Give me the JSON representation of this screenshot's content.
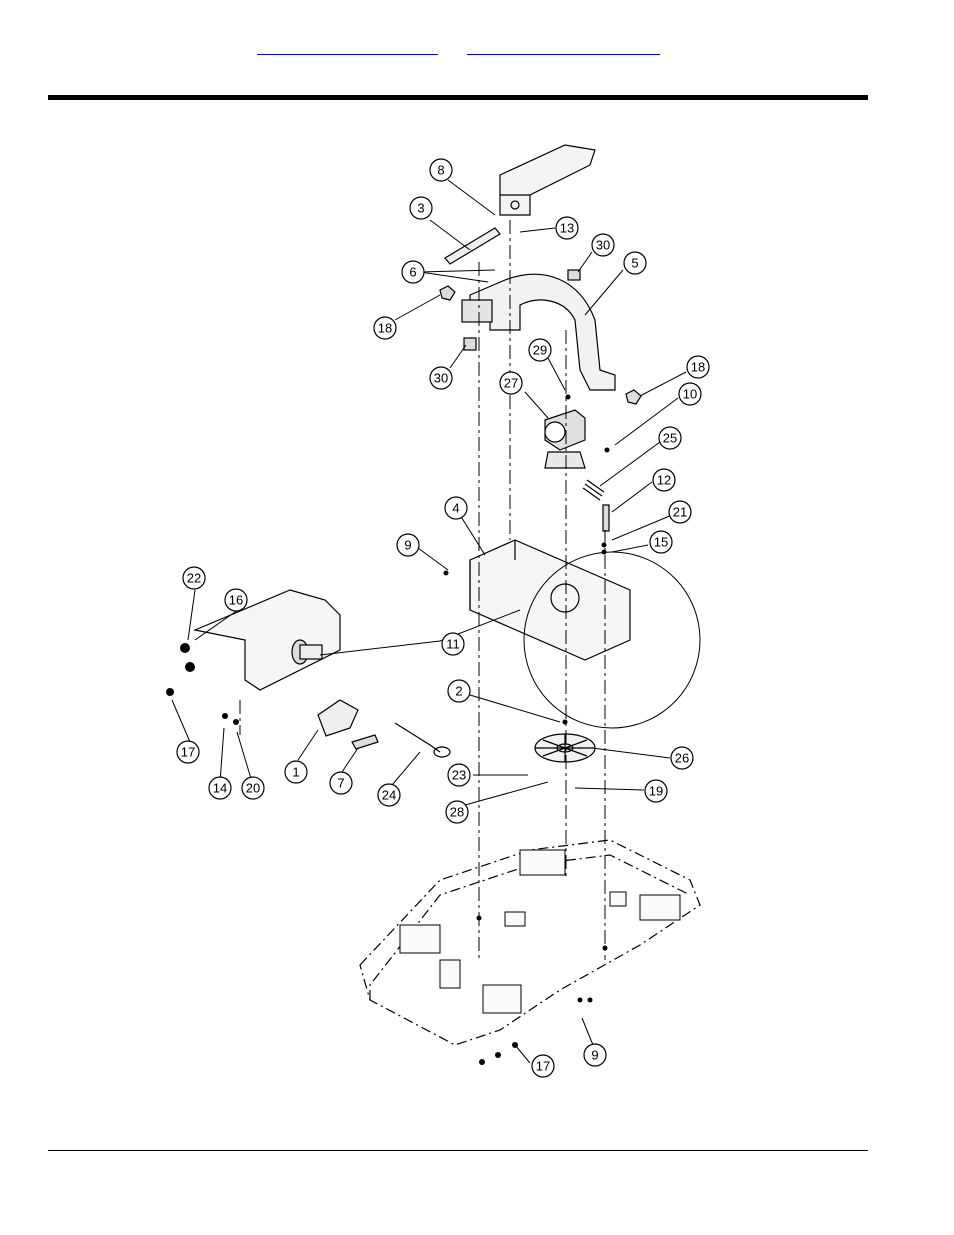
{
  "header": {
    "link_left": "",
    "link_right": ""
  },
  "callouts": [
    {
      "n": "8"
    },
    {
      "n": "3"
    },
    {
      "n": "13"
    },
    {
      "n": "30"
    },
    {
      "n": "6"
    },
    {
      "n": "5"
    },
    {
      "n": "18"
    },
    {
      "n": "30"
    },
    {
      "n": "29"
    },
    {
      "n": "27"
    },
    {
      "n": "18"
    },
    {
      "n": "10"
    },
    {
      "n": "25"
    },
    {
      "n": "12"
    },
    {
      "n": "21"
    },
    {
      "n": "15"
    },
    {
      "n": "4"
    },
    {
      "n": "9"
    },
    {
      "n": "22"
    },
    {
      "n": "16"
    },
    {
      "n": "11"
    },
    {
      "n": "17"
    },
    {
      "n": "2"
    },
    {
      "n": "26"
    },
    {
      "n": "14"
    },
    {
      "n": "20"
    },
    {
      "n": "1"
    },
    {
      "n": "7"
    },
    {
      "n": "24"
    },
    {
      "n": "23"
    },
    {
      "n": "28"
    },
    {
      "n": "19"
    },
    {
      "n": "9"
    },
    {
      "n": "17"
    }
  ]
}
